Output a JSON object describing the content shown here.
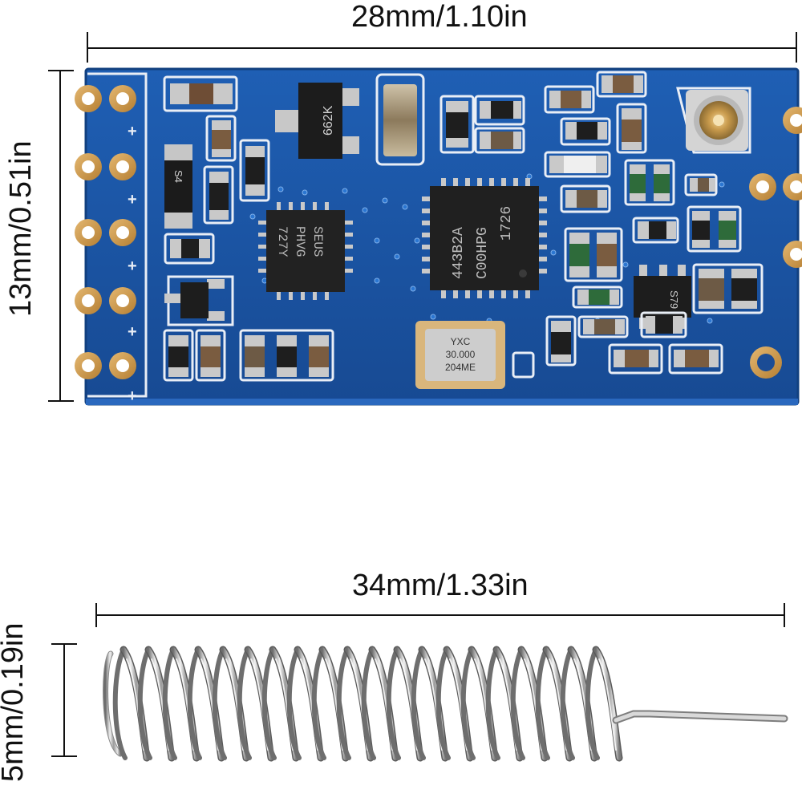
{
  "board": {
    "width_label": "28mm/1.10in",
    "height_label": "13mm/0.51in",
    "ic_main_markings": [
      "443B2A",
      "C00HPG",
      "1726"
    ],
    "ic_small_markings": [
      "727Y",
      "PHVG",
      "SEUS"
    ],
    "regulator_marking": "662K",
    "diode_marking": "S4",
    "crystal_markings": [
      "YXC",
      "30.000",
      "204ME"
    ],
    "transistor_marking": "S79",
    "pin_marks": [
      "+",
      "+",
      "+",
      "+",
      "+"
    ]
  },
  "antenna": {
    "length_label": "34mm/1.33in",
    "diameter_label": "5mm/0.19in"
  }
}
